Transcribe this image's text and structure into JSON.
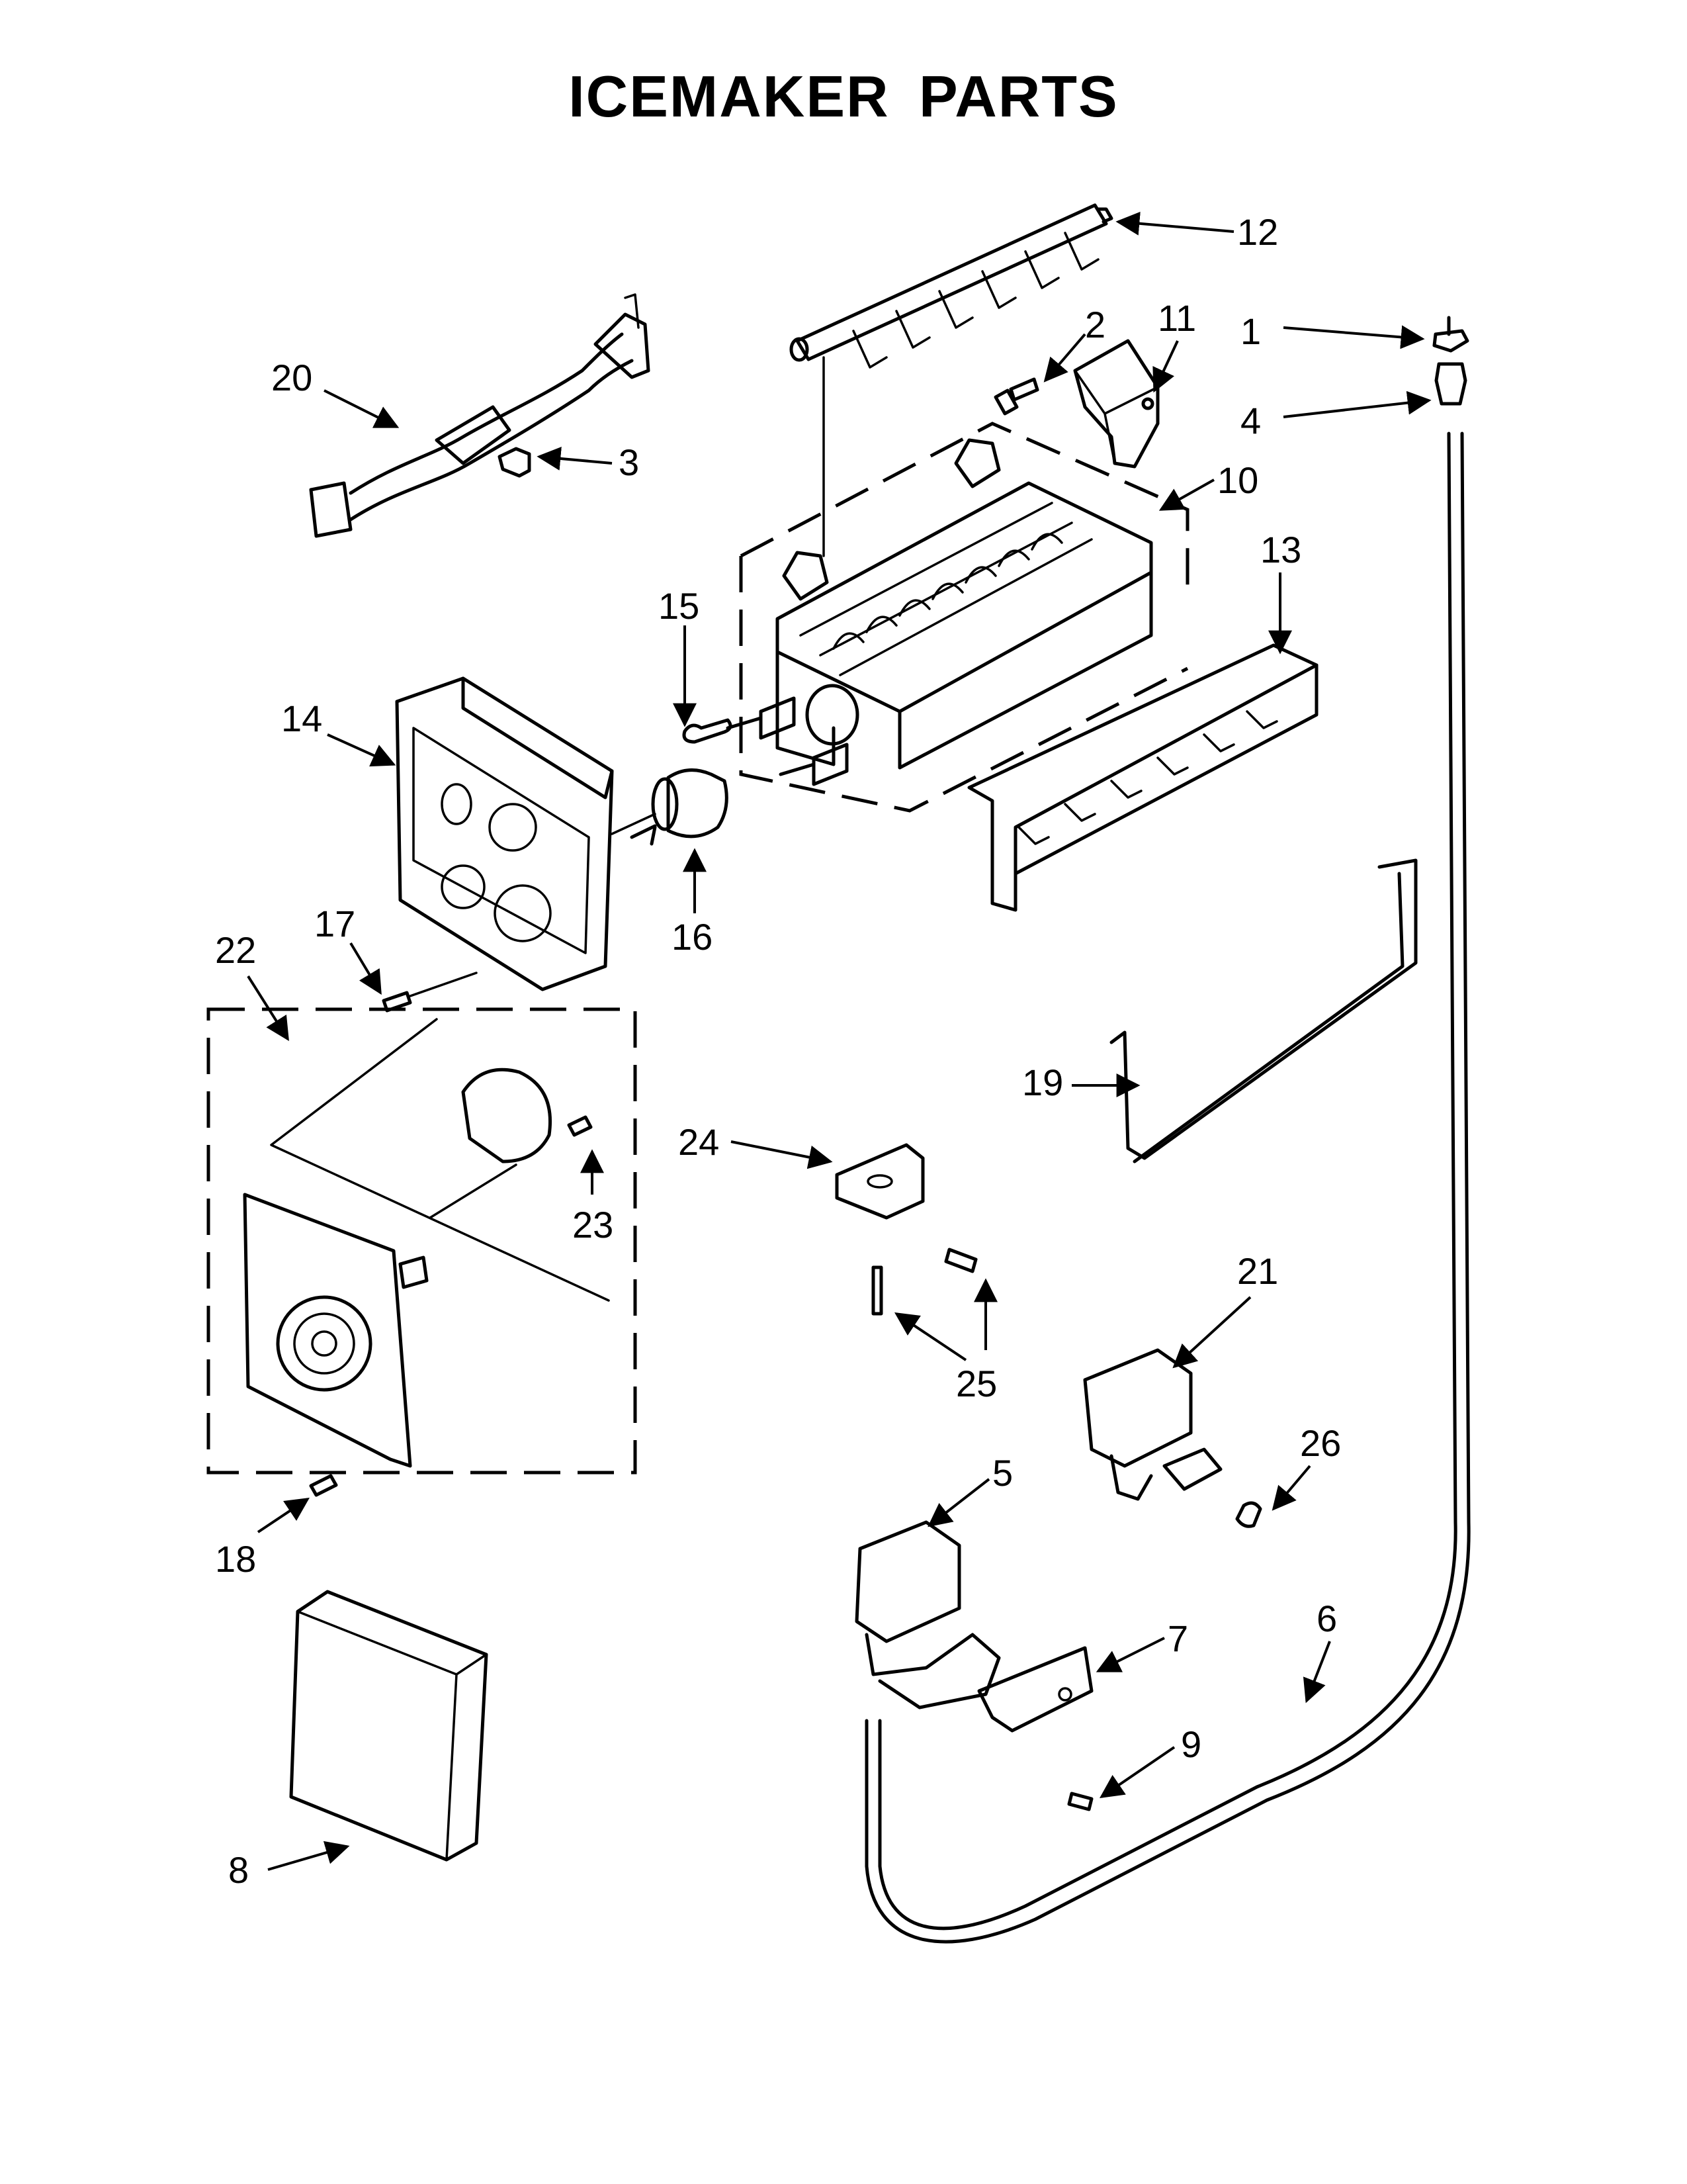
{
  "title": "ICEMAKER PARTS",
  "callouts": [
    "1",
    "2",
    "3",
    "4",
    "5",
    "6",
    "7",
    "8",
    "9",
    "10",
    "11",
    "12",
    "13",
    "14",
    "15",
    "16",
    "17",
    "18",
    "19",
    "20",
    "21",
    "22",
    "23",
    "24",
    "25",
    "26"
  ]
}
